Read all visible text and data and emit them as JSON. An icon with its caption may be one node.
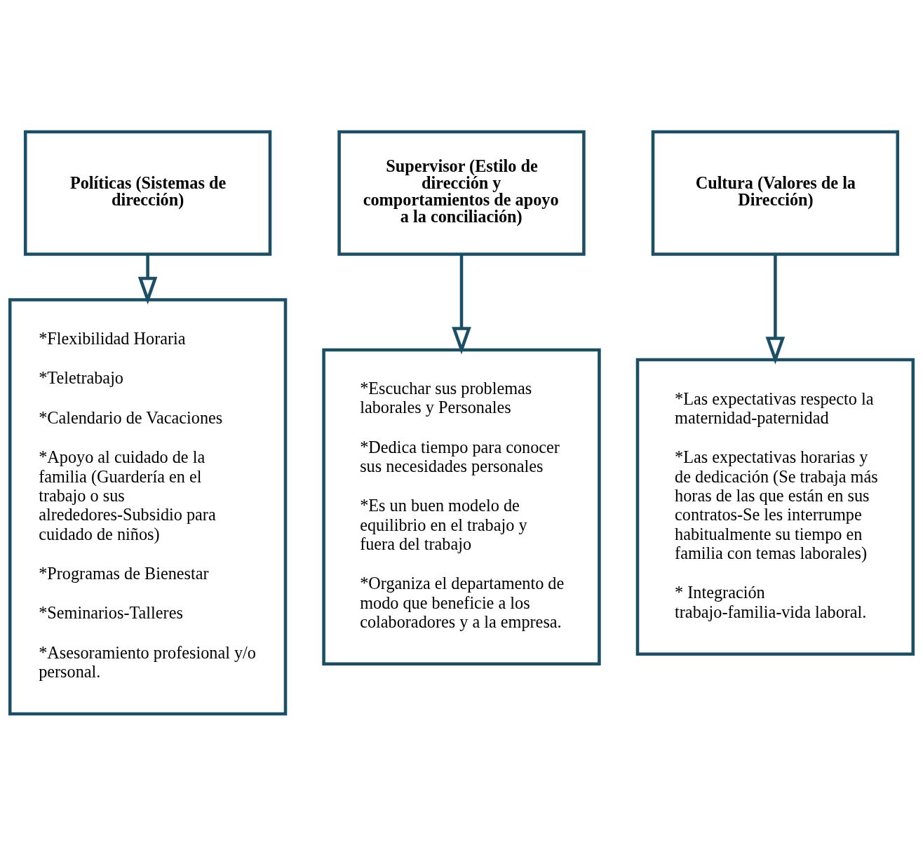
{
  "diagram": {
    "nodes": [
      {
        "text": [
          "Políticas (Sistemas de dirección)"
        ]
      },
      {
        "text": [
          "Supervisor (Estilo de dirección y comportamientos de apoyo a la conciliación)"
        ]
      },
      {
        "text": [
          "Cultura (Valores de la Dirección)"
        ]
      },
      {
        "text": [
          "*Flexibilidad Horaria",
          "*Teletrabajo",
          "*Calendario de Vacaciones",
          "*Apoyo al cuidado de la familia (Guardería en el trabajo o sus alrededores-Subsidio para cuidado de niños)",
          "*Programas de Bienestar",
          "*Seminarios-Talleres",
          "*Asesoramiento profesional y/o personal."
        ]
      },
      {
        "text": [
          "*Escuchar sus problemas laborales y Personales",
          "*Dedica tiempo para conocer sus necesidades personales",
          "*Es un buen modelo de equilibrio en el trabajo y fuera del trabajo",
          "*Organiza el departamento de modo que beneficie a los colaboradores y a la empresa."
        ]
      },
      {
        "text": [
          "*Las expectativas respecto la maternidad-paternidad",
          "*Las expectativas horarias y de dedicación (Se trabaja más horas de las que están en sus contratos-Se les interrumpe habitualmente su tiempo en familia con temas laborales)",
          "* Integración trabajo-familia-vida laboral."
        ]
      }
    ],
    "edges": [
      {
        "from": 0,
        "to": 3,
        "arrow": "to"
      },
      {
        "from": 1,
        "to": 4,
        "arrow": "to"
      },
      {
        "from": 2,
        "to": 5,
        "arrow": "to"
      }
    ]
  }
}
